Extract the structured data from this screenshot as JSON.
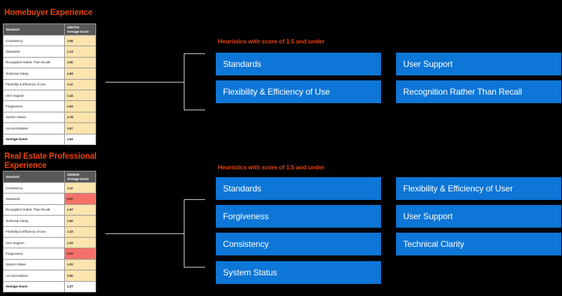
{
  "sections": [
    {
      "title": "Homebuyer Experience",
      "table": {
        "headers": [
          "Standard",
          "10/07/19\nAverage Score"
        ],
        "rows": [
          {
            "standard": "Consistency",
            "score": "1.56",
            "low": false
          },
          {
            "standard": "Standards",
            "score": "1.13",
            "low": false
          },
          {
            "standard": "Recognition Rather Than Recall",
            "score": "1.50",
            "low": false
          },
          {
            "standard": "Technical Clarity",
            "score": "1.83",
            "low": false
          },
          {
            "standard": "Flexibility & Efficiency of Use",
            "score": "1.11",
            "low": false
          },
          {
            "standard": "User Support",
            "score": "1.44",
            "low": false
          },
          {
            "standard": "Forgiveness",
            "score": "1.53",
            "low": false
          },
          {
            "standard": "System Status",
            "score": "1.78",
            "low": false
          },
          {
            "standard": "Accommodation",
            "score": "1.67",
            "low": false
          }
        ],
        "total": {
          "standard": "Average Score",
          "score": "1.51"
        }
      },
      "group_title": "Heuristics with score of 1.5 and under",
      "cards_left": [
        "Standards",
        "Flexibility & Efficiency of Use"
      ],
      "cards_right": [
        "User Support",
        "Recognition Rather Than Recall"
      ]
    },
    {
      "title": "Real Estate Professional Experience",
      "table": {
        "headers": [
          "Standard",
          "10/25/19\nAverage Score"
        ],
        "rows": [
          {
            "standard": "Consistency",
            "score": "1.11",
            "low": false
          },
          {
            "standard": "Standards",
            "score": "0.87",
            "low": true
          },
          {
            "standard": "Recognition Rather Than Recall",
            "score": "1.67",
            "low": false
          },
          {
            "standard": "Technical Clarity",
            "score": "1.50",
            "low": false
          },
          {
            "standard": "Flexibility & Efficiency of Use",
            "score": "1.33",
            "low": false
          },
          {
            "standard": "User Support",
            "score": "1.33",
            "low": false
          },
          {
            "standard": "Forgiveness",
            "score": "0.93",
            "low": true
          },
          {
            "standard": "System Status",
            "score": "1.22",
            "low": false
          },
          {
            "standard": "Accommodation",
            "score": "1.50",
            "low": false
          }
        ],
        "total": {
          "standard": "Average Score",
          "score": "1.27"
        }
      },
      "group_title": "Heuristics with score of 1.5 and under",
      "cards_left": [
        "Standards",
        "Forgiveness",
        "Consistency",
        "System Status"
      ],
      "cards_right": [
        "Flexibility & Efficiency of User",
        "User Support",
        "Technical Clarity"
      ]
    }
  ],
  "colors": {
    "background": "#000000",
    "title_orange": "#E8430A",
    "card_blue": "#0D76D6",
    "score_cream": "#FCE4AE",
    "score_low_red": "#F4726A",
    "table_header_gray": "#595959",
    "bracket_gray": "#C9C9C9"
  }
}
